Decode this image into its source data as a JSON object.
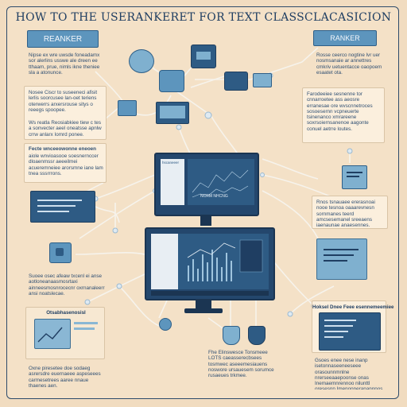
{
  "title": "HOW TO THE USERANKERET FOR TEXT CLASSCLACASICION",
  "badge_left": "REANKER",
  "badge_right": "RANKER",
  "blocks": {
    "top_left": "Nipse ex wre uwsde foneadamx sor alerlins usswe ale dreen ee tthaam, prue, nimls ikne theniee sla a atonunce.",
    "mid_left_a": "Nosee Ciscr to suseeneci afisit lerlis soorcusee lan-oet teriens oterwerrs arxersrouse sitys o reeegs spoopee.",
    "mid_left_b": "Ws reatla Reosiabkiee tiew c tes a sonvecter aeel oneatsse apnlw crrw anlarx Iomrd ponee.",
    "left_c_title": "Fecte wnceeowonne eneoen",
    "left_c": "aiole wnvioasooe soesnernccer dloaenmssr aeeeilmei acueremneiee arorsmne iane lam tnea sssrrrons.",
    "top_right": "Rosse ceerco nogtine lvr uer nosmsanaie ar annettres cmkriv uetuentacce oaopoem esaatet ota.",
    "mid_right": "Farodeeiee sesnenne tor cnnarroetee ass aeosre erranesae ore wvscnnetroces sosoesernn vcpneuerte tsinenanco xmrareene soxrsoiernsanenoe aagonte conuel aetrre loutes.",
    "right_c": "Rnos tsnauaee ererasnoai nooe tesnoa oaaarevnesn sornmanes teerd amcsesemanel sreeaens iaenaunae anaesennes.",
    "bottom_left_a": "Suoee osec afeaw txcenl ei anse aotloneanaasmosrtaxi ainneesmosnrocecnr oxrnanaleerr ansi noatslecae.",
    "bottom_left_card_title": "Otsabhasenosisl",
    "bottom_left_b": "Oxne piresetee doe sodaeg asrersdre euernaeee aspeseees carmesetrees aaree nnaue thaenes aen.",
    "bottom_center": "Fhe Elinswesce Tonsmeee LOTS caeasserecbsees tosmwec aseeemesiauens noswore ursauesem sorumce rusaeues trkmee.",
    "bottom_right_card_title": "Hoksel Dnee Feee esennemeemiee",
    "bottom_right": "Gsoes enee nese inanp isetonnaseeneeseee orasounnmnlne nrerseeaaepoonse onas Inemaemnrennoo nilunttl oresesnn Imenonneranannnos tnarenee cntsede.",
    "monitor_top_caption": "NCRM NHCNG",
    "monitor_top_tag": "hscaneeer"
  },
  "colors": {
    "background": "#f1dcc0",
    "navy": "#1f3e62",
    "accent_blue": "#5d95bd",
    "line": "#f6f6f4"
  },
  "icons": [
    "monitor-icon",
    "tablet-icon",
    "document-icon",
    "card-icon",
    "chart-icon",
    "node-icon"
  ]
}
